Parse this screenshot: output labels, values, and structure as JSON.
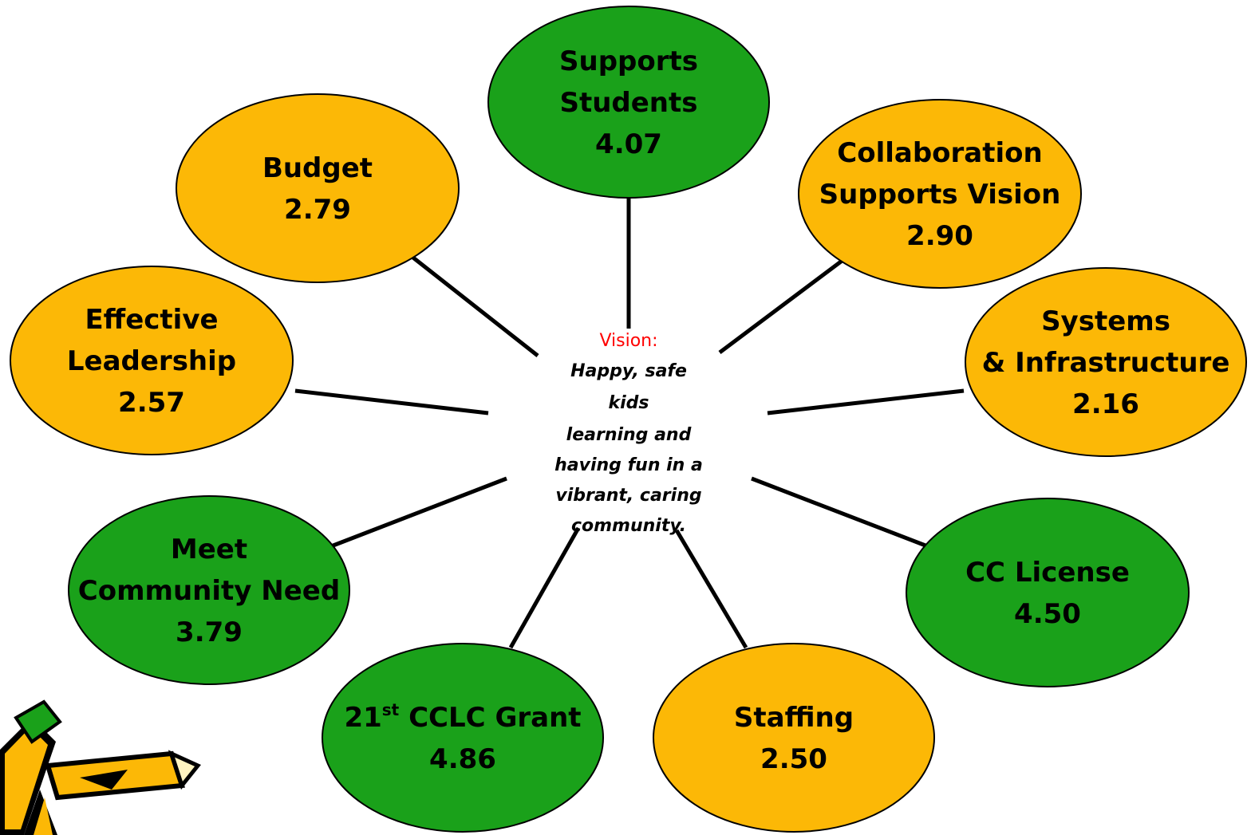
{
  "colors": {
    "green": "#1aa11a",
    "orange": "#fcb806",
    "line": "#000000",
    "vision_label": "#ff0000"
  },
  "vision": {
    "label": "Vision:",
    "lines": [
      "Happy, safe",
      "kids",
      "learning and",
      "having fun in a",
      "vibrant, caring",
      "community."
    ]
  },
  "nodes": [
    {
      "id": "supports-students",
      "lines": [
        "Supports",
        "Students"
      ],
      "score": "4.07",
      "color": "green"
    },
    {
      "id": "collaboration",
      "lines": [
        "Collaboration",
        "Supports Vision"
      ],
      "score": "2.90",
      "color": "orange"
    },
    {
      "id": "systems",
      "lines": [
        "Systems",
        "& Infrastructure"
      ],
      "score": "2.16",
      "color": "orange"
    },
    {
      "id": "cc-license",
      "lines": [
        "CC License"
      ],
      "score": "4.50",
      "color": "green"
    },
    {
      "id": "staffing",
      "lines": [
        "Staffing"
      ],
      "score": "2.50",
      "color": "orange"
    },
    {
      "id": "cclc-grant",
      "lines": [
        "21st CCLC Grant"
      ],
      "score": "4.86",
      "color": "green"
    },
    {
      "id": "community-need",
      "lines": [
        "Meet",
        "Community Need"
      ],
      "score": "3.79",
      "color": "green"
    },
    {
      "id": "leadership",
      "lines": [
        "Effective",
        "Leadership"
      ],
      "score": "2.57",
      "color": "orange"
    },
    {
      "id": "budget",
      "lines": [
        "Budget"
      ],
      "score": "2.79",
      "color": "orange"
    }
  ],
  "clipart": "pencil-icon"
}
